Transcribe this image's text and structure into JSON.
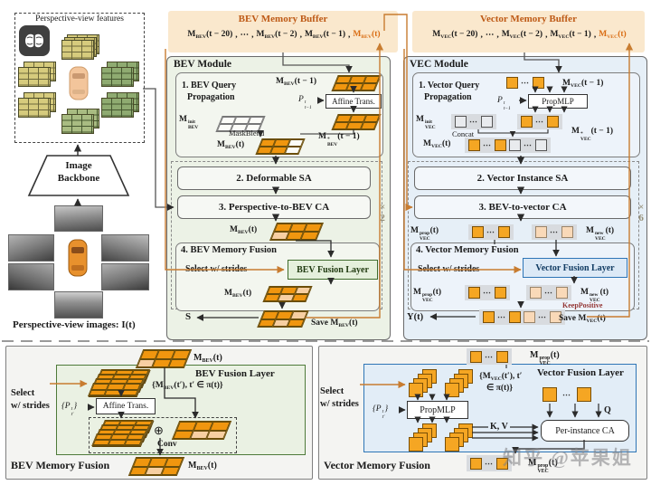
{
  "colors": {
    "accent_orange": "#D96C12",
    "buffer_bg": "#FAE8CD",
    "buffer_title": "#BE5A16",
    "bev_module_bg": "#ECF2E6",
    "vec_module_bg": "#E6EFF7",
    "green_border": "#3E6B2B",
    "blue_border": "#2E75B6",
    "cell_orange": "#F0960F",
    "cell_peach": "#F7CFA2",
    "square_orange": "#F5A623",
    "connector_orange": "#C87C30"
  },
  "glyphs": {
    "comma": ",",
    "dots": "⋯",
    "oplus": "⊕"
  },
  "strings": {
    "pv_features": "Perspective-view features",
    "backbone1": "Image",
    "backbone2": "Backbone",
    "bev_buffer_title": "BEV Memory Buffer",
    "vec_buffer_title": "Vector Memory Buffer",
    "bev_module": "BEV Module",
    "vec_module": "VEC Module",
    "bev_step1a": "1. BEV Query",
    "bev_step1b": "Propagation",
    "vec_step1a": "1. Vector Query",
    "vec_step1b": "Propagation",
    "affine": "Affine Trans.",
    "propmlp": "PropMLP",
    "maskblend": "MaskBlend",
    "concat": "Concat",
    "bev_step2": "2. Deformable SA",
    "bev_step3": "3. Perspective-to-BEV CA",
    "bev_step4": "4. BEV Memory Fusion",
    "vec_step2": "2. Vector Instance SA",
    "vec_step3": "3. BEV-to-vector CA",
    "vec_step4": "4. Vector Memory Fusion",
    "select_ws": "Select w/ strides",
    "select1": "Select",
    "select2": "w/ strides",
    "bev_fusion_layer": "BEV Fusion Layer",
    "vector_fusion_layer": "Vector Fusion Layer",
    "s_out": "S",
    "keep_positive": "KeepPositive",
    "conv": "Conv",
    "kv": "K, V",
    "q": "Q",
    "per_instance_ca": "Per-instance CA",
    "bev_memory_fusion": "BEV Memory Fusion",
    "vector_memory_fusion": "Vector Memory Fusion",
    "times": "×",
    "two": "2",
    "six": "6",
    "watermark": "知乎 @苹果姐"
  },
  "formulas": {
    "pv_images": [
      [
        "Perspective-view images: ",
        "n"
      ],
      [
        "I",
        "n"
      ],
      [
        "(t)",
        "n"
      ]
    ],
    "m_bev_t20": [
      [
        "M",
        "n"
      ],
      [
        "BEV",
        "b"
      ],
      [
        "(t − 20)",
        "n"
      ]
    ],
    "m_bev_t2": [
      [
        "M",
        "n"
      ],
      [
        "BEV",
        "b"
      ],
      [
        "(t − 2)",
        "n"
      ]
    ],
    "m_bev_t1": [
      [
        "M",
        "n"
      ],
      [
        "BEV",
        "b"
      ],
      [
        "(t − 1)",
        "n"
      ]
    ],
    "m_bev_t": [
      [
        "M",
        "n"
      ],
      [
        "BEV",
        "b"
      ],
      [
        "(t)",
        "n"
      ]
    ],
    "m_vec_t20": [
      [
        "M",
        "n"
      ],
      [
        "VEC",
        "b"
      ],
      [
        "(t − 20)",
        "n"
      ]
    ],
    "m_vec_t2": [
      [
        "M",
        "n"
      ],
      [
        "VEC",
        "b"
      ],
      [
        "(t − 2)",
        "n"
      ]
    ],
    "m_vec_t1": [
      [
        "M",
        "n"
      ],
      [
        "VEC",
        "b"
      ],
      [
        "(t − 1)",
        "n"
      ]
    ],
    "m_vec_t": [
      [
        "M",
        "n"
      ],
      [
        "VEC",
        "b"
      ],
      [
        "(t)",
        "n"
      ]
    ],
    "dots": [
      [
        "⋯",
        "n"
      ]
    ],
    "pose_prev": [
      [
        "P",
        "n"
      ],
      [
        [
          "t",
          "t−1"
        ],
        "s"
      ]
    ],
    "pose_set": [
      [
        "{P",
        "n"
      ],
      [
        [
          "t",
          "t′"
        ],
        "s"
      ],
      [
        "}",
        "n"
      ]
    ],
    "m_bev_init": [
      [
        "M",
        "n"
      ],
      [
        [
          "init",
          "BEV"
        ],
        "s"
      ]
    ],
    "m_bev_star": [
      [
        "M",
        "n"
      ],
      [
        [
          "*",
          "BEV"
        ],
        "s"
      ],
      [
        "(t − 1)",
        "n"
      ]
    ],
    "m_vec_init": [
      [
        "M",
        "n"
      ],
      [
        [
          "init",
          "VEC"
        ],
        "s"
      ]
    ],
    "m_vec_star": [
      [
        "M",
        "n"
      ],
      [
        [
          "*",
          "VEC"
        ],
        "s"
      ],
      [
        "(t − 1)",
        "n"
      ]
    ],
    "m_vec_prop": [
      [
        "M",
        "n"
      ],
      [
        [
          "prop",
          "VEC"
        ],
        "s"
      ],
      [
        "(t)",
        "n"
      ]
    ],
    "m_vec_new": [
      [
        "M",
        "n"
      ],
      [
        [
          "new",
          "VEC"
        ],
        "s"
      ],
      [
        "(t)",
        "n"
      ]
    ],
    "y_t": [
      [
        "Y",
        "n"
      ],
      [
        "(t)",
        "n"
      ]
    ],
    "save_bev": [
      [
        "Save ",
        "n"
      ],
      [
        "M",
        "n"
      ],
      [
        "BEV",
        "b"
      ],
      [
        "(t)",
        "n"
      ]
    ],
    "save_vec": [
      [
        "Save ",
        "n"
      ],
      [
        "M",
        "n"
      ],
      [
        "VEC",
        "b"
      ],
      [
        "(t)",
        "n"
      ]
    ],
    "bev_stack_set": [
      [
        "{",
        "n"
      ],
      [
        "M",
        "n"
      ],
      [
        "BEV",
        "b"
      ],
      [
        "(t′), t′ ∈ π(t)}",
        "n"
      ]
    ],
    "vec_stack_set_1": [
      [
        "{",
        "n"
      ],
      [
        "M",
        "n"
      ],
      [
        "VEC",
        "b"
      ],
      [
        "(t′), t′",
        "n"
      ]
    ],
    "vec_stack_set_2": [
      [
        "∈ π(t)}",
        "n"
      ]
    ]
  }
}
